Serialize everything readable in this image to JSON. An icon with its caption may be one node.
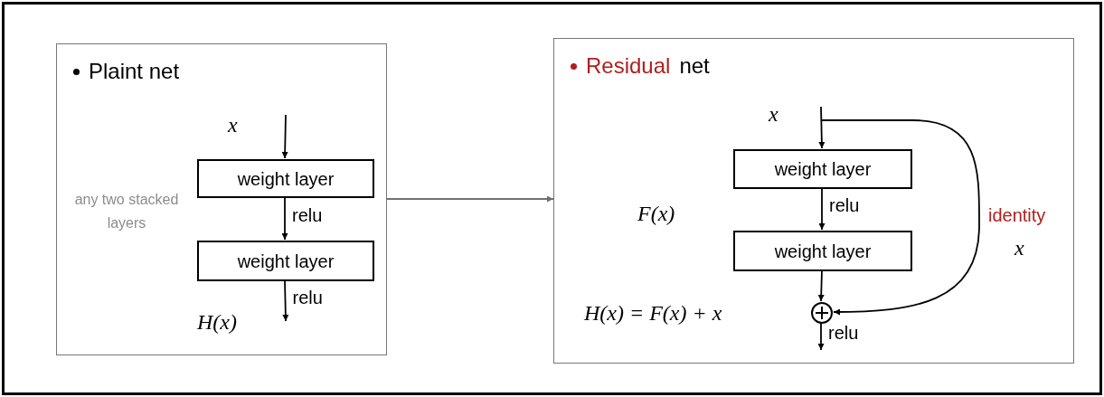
{
  "diagram": {
    "nodes": [
      {
        "text": [
          "Plaint net"
        ]
      },
      {
        "text": [
          "weight layer"
        ],
        "in": 0
      },
      {
        "text": [
          "weight layer"
        ],
        "in": 0
      },
      {
        "text": [
          "Residual",
          "net"
        ]
      },
      {
        "text": [
          "weight layer"
        ],
        "in": 3
      },
      {
        "text": [
          "weight layer"
        ],
        "in": 3
      },
      {
        "text": [],
        "shape": "circle",
        "in": 3
      }
    ],
    "edges": [
      {
        "from": null,
        "to": 1,
        "arrow": "to"
      },
      {
        "from": 1,
        "to": 2,
        "arrow": "to",
        "label": "relu"
      },
      {
        "from": 2,
        "to": null,
        "arrow": "to",
        "label": "relu"
      },
      {
        "from": 0,
        "to": 3,
        "arrow": "to",
        "color": "#707070"
      },
      {
        "from": null,
        "to": 4,
        "arrow": "to"
      },
      {
        "from": 4,
        "to": 5,
        "arrow": "to",
        "label": "relu"
      },
      {
        "from": 5,
        "to": 6,
        "arrow": "to"
      },
      {
        "from": null,
        "to": 6,
        "arrow": "to"
      },
      {
        "from": 6,
        "to": null,
        "arrow": "to",
        "label": "relu"
      }
    ],
    "labels": [
      "x",
      "any two stacked layers",
      "H(x)",
      "x",
      "F(x)",
      "identity",
      "x",
      "H(x) = F(x) + x"
    ]
  }
}
